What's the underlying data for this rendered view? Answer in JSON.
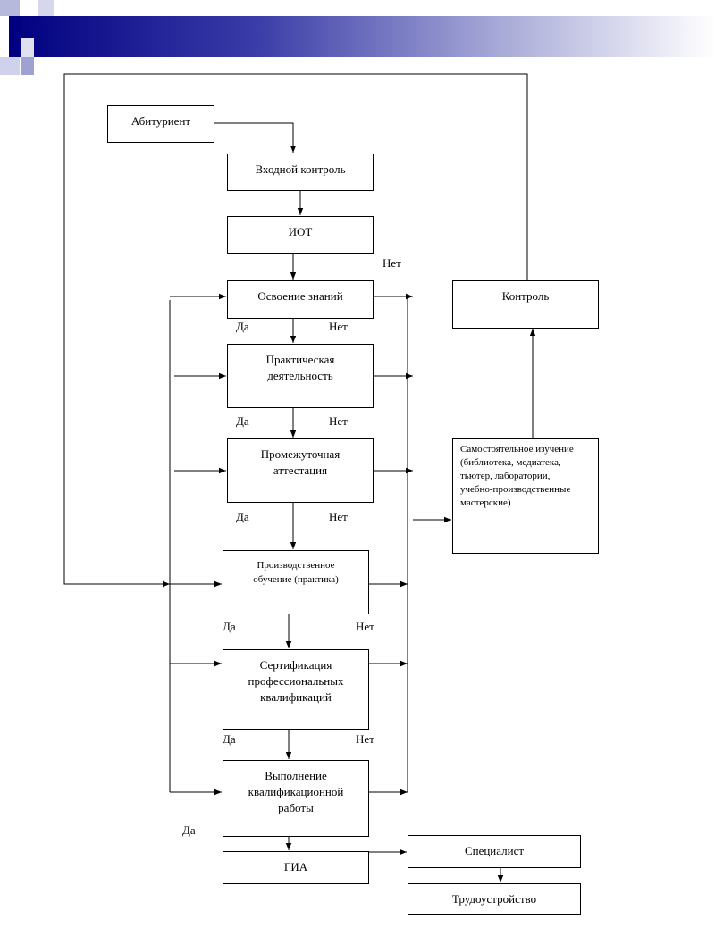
{
  "boxes": {
    "abiturient": "Абитуриент",
    "entry_control": "Входной контроль",
    "iot": "ИОТ",
    "knowledge": "Освоение знаний",
    "practice": "Практическая\nдеятельность",
    "intermediate": "Промежуточная\nаттестация",
    "industrial": "Производственное\nобучение (практика)",
    "certification": "Сертификация\nпрофессиональных\nквалификаций",
    "qualification_work": "Выполнение\nквалификационной\nработы",
    "gia": "ГИА",
    "specialist": "Специалист",
    "employment": "Трудоустройство",
    "control": "Контроль",
    "self_study": "Самостоятельное изучение\n(библиотека, медиатека,\nтьютер, лаборатории,\nучебно-производственные\nмастерские)"
  },
  "labels": {
    "yes": "Да",
    "no": "Нет"
  },
  "colors": {
    "banner_dark": "#000080",
    "banner_light": "#ffffff",
    "lines": "#000000"
  }
}
